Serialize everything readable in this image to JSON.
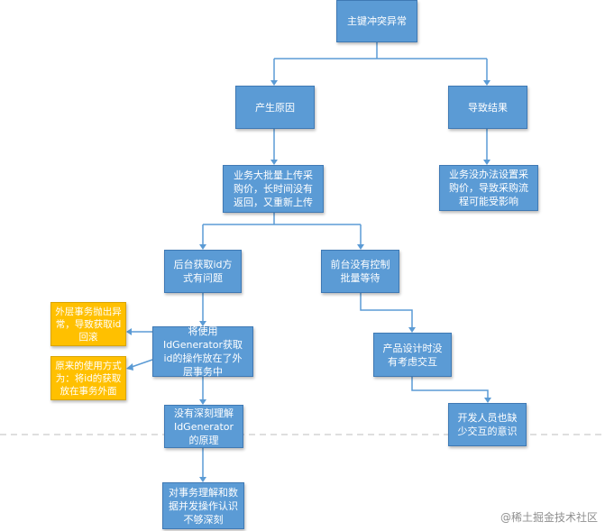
{
  "nodes": {
    "root": "主键冲突异常",
    "cause": "产生原因",
    "result": "导致结果",
    "upload": "业务大批量上传采购价，长时间没有返回，又重新上传",
    "result_detail": "业务没办法设置采购价，导致采购流程可能受影响",
    "backend": "后台获取id方式有问题",
    "frontend": "前台没有控制批量等待",
    "move_idgen": "将使用IdGenerator获取id的操作放在了外层事务中",
    "design": "产品设计时没有考虑交互",
    "understand": "没有深刻理解IdGenerator的原理",
    "devs": "开发人员也缺少交互的意识",
    "transaction": "对事务理解和数据并发操作认识不够深刻"
  },
  "notes": {
    "outer_rollback": "外层事务抛出异常，导致获取id回滚",
    "original_usage": "原来的使用方式为：将id的获取放在事务外面"
  },
  "watermark": {
    "at": "@",
    "text": "稀土掘金技术社区"
  },
  "colors": {
    "node_fill": "#5b9bd5",
    "note_fill": "#ffc000",
    "connector": "#5b9bd5",
    "dashed_line": "#bdbdbd"
  }
}
